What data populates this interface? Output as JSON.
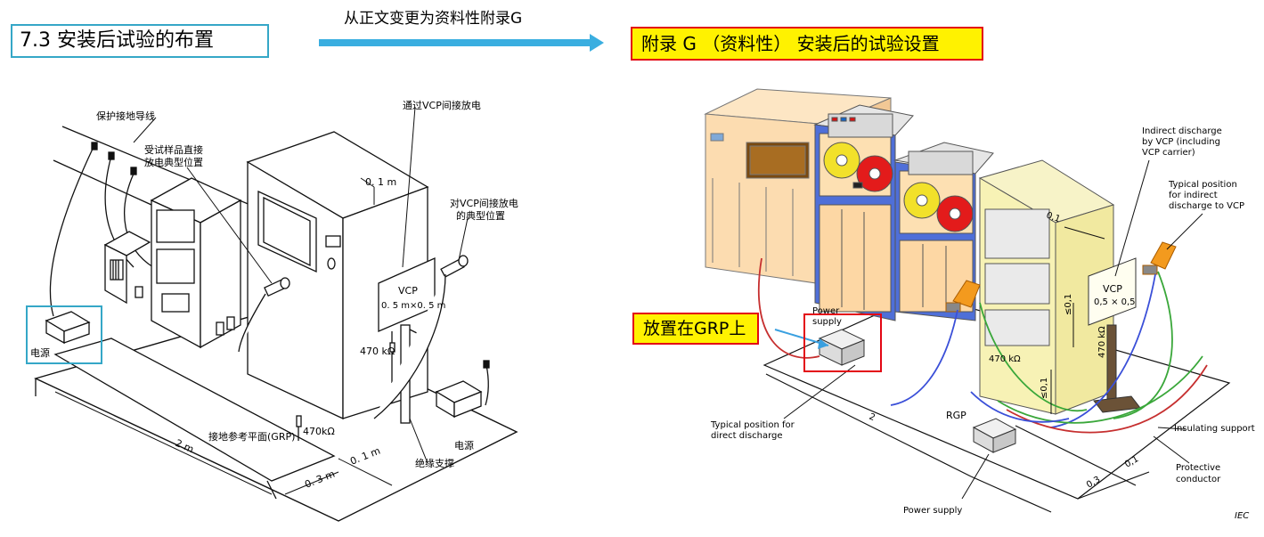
{
  "header": {
    "left_title": "7.3   安装后试验的布置",
    "arrow_label": "从正文变更为资料性附录G",
    "right_title": "附录 G （资料性） 安装后的试验设置",
    "grp_note": "放置在GRP上"
  },
  "left_diagram": {
    "protective_wire": "保护接地导线",
    "eut_direct_1": "受试样品直接",
    "eut_direct_2": "放电典型位置",
    "indirect_vcp": "通过VCP间接放电",
    "dim_01m_top": "0. 1 m",
    "vcp_position_1": "对VCP间接放电",
    "vcp_position_2": "的典型位置",
    "vcp_label": "VCP",
    "vcp_size": "0. 5 m×0. 5 m",
    "resistor_470_a": "470 kΩ",
    "resistor_470_b": "470kΩ",
    "power_left": "电源",
    "power_right": "电源",
    "grp_label": "接地参考平面(GRP)",
    "dim_2m": "2 m",
    "dim_03m": "0. 3 m",
    "dim_01m": "0. 1 m",
    "insulating_support": "绝缘支撑"
  },
  "right_diagram": {
    "power_supply_top_1": "Power",
    "power_supply_top_2": "supply",
    "indirect_1": "Indirect discharge",
    "indirect_2": "by VCP (including",
    "indirect_3": "VCP carrier)",
    "typical_vcp_1": "Typical position",
    "typical_vcp_2": "for indirect",
    "typical_vcp_3": "discharge to VCP",
    "dim_01_top": "0,1",
    "vcp_label": "VCP",
    "vcp_size": "0,5 × 0,5",
    "dim_le01_a": "≤0,1",
    "dim_le01_b": "≤0,1",
    "resistor_470_v": "470 kΩ",
    "resistor_470_h": "470 kΩ",
    "dim_2": "2",
    "rgp_label": "RGP",
    "direct_1": "Typical position for",
    "direct_2": "direct discharge",
    "insulating_support": "Insulating support",
    "protective_1": "Protective",
    "protective_2": "conductor",
    "dim_01_bottom": "0,1",
    "dim_03": "0,3",
    "power_supply_bottom": "Power supply",
    "iec": "IEC"
  }
}
